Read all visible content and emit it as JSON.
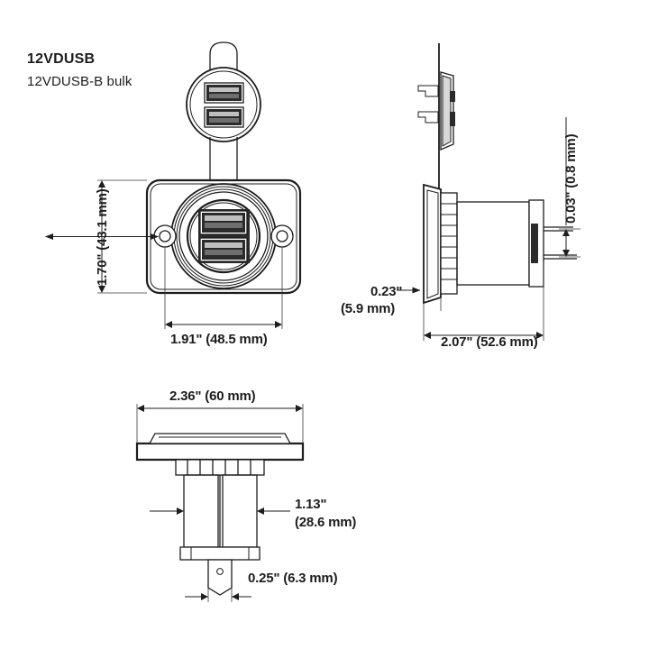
{
  "drawing": {
    "product_code": "12VDUSB",
    "product_variant": "12VDUSB-B bulk",
    "background_color": "#ffffff",
    "line_color": "#1d1d1d",
    "sheet_width": 720,
    "sheet_height": 720
  },
  "views": {
    "front": {
      "name": "front-view",
      "dimensions": {
        "height_label": "1.70\" (43.1 mm)",
        "width_label": "1.91\" (48.5 mm)"
      },
      "features": {
        "usb_port_count": 2,
        "mounting_hole_count": 2
      }
    },
    "cap": {
      "name": "cap-detail",
      "usb_port_count": 2
    },
    "side": {
      "name": "side-section-view",
      "dimensions": {
        "flange_thickness_label": "0.23\"",
        "flange_thickness_mm_label": "(5.9 mm)",
        "overall_length_label": "2.07\" (52.6 mm)",
        "terminal_thickness_label": "0.03\" (0.8 mm)"
      }
    },
    "bottom": {
      "name": "bottom-view",
      "dimensions": {
        "flange_width_label": "2.36\" (60 mm)",
        "barrel_diameter_label": "1.13\"",
        "barrel_diameter_mm_label": "(28.6 mm)",
        "terminal_width_label": "0.25\" (6.3 mm)"
      }
    }
  }
}
